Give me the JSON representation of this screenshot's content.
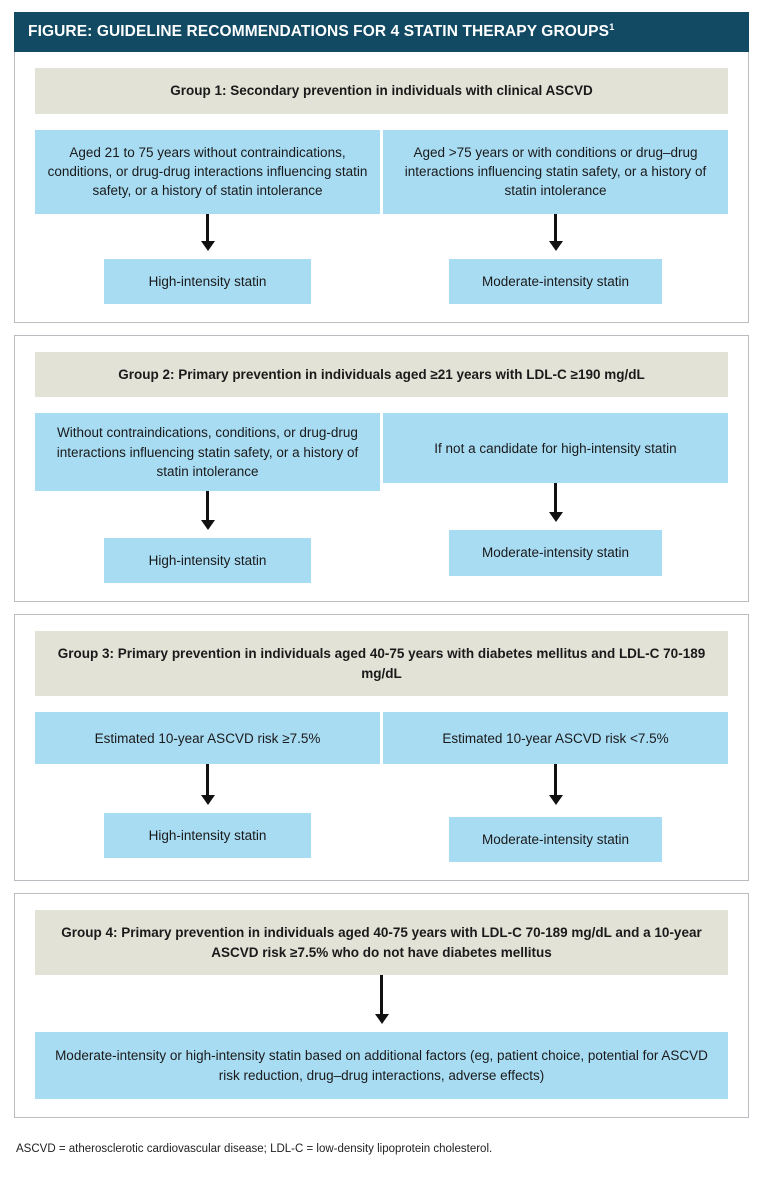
{
  "title": {
    "text": "FIGURE: GUIDELINE RECOMMENDATIONS FOR 4 STATIN THERAPY GROUPS",
    "superscript": "1"
  },
  "colors": {
    "title_bar": "#124a63",
    "group_header": "#e2e2d7",
    "box_blue": "#a8dcf3",
    "panel_border": "#b9bcc0",
    "arrow": "#111111"
  },
  "groups": [
    {
      "id": "group-1",
      "header": "Group 1: Secondary prevention in individuals with clinical ASCVD",
      "branches": [
        {
          "criteria": "Aged 21 to 75 years without contraindications, conditions, or drug-drug interactions influencing statin safety, or a history of statin intolerance",
          "result": "High-intensity statin"
        },
        {
          "criteria": "Aged >75 years or with conditions or drug–drug interactions influencing statin safety, or a history of statin intolerance",
          "result": "Moderate-intensity statin"
        }
      ]
    },
    {
      "id": "group-2",
      "header": "Group 2: Primary prevention in individuals aged ≥21 years with LDL-C ≥190 mg/dL",
      "branches": [
        {
          "criteria": "Without contraindications, conditions, or drug-drug interactions influencing statin safety, or a history of statin intolerance",
          "result": "High-intensity statin"
        },
        {
          "criteria": "If not a candidate for high-intensity statin",
          "result": "Moderate-intensity statin"
        }
      ]
    },
    {
      "id": "group-3",
      "header": "Group 3: Primary prevention in individuals aged 40-75 years with diabetes mellitus and LDL-C 70-189 mg/dL",
      "branches": [
        {
          "criteria": "Estimated 10-year ASCVD risk ≥7.5%",
          "result": "High-intensity statin"
        },
        {
          "criteria": "Estimated 10-year ASCVD risk <7.5%",
          "result": "Moderate-intensity statin"
        }
      ]
    },
    {
      "id": "group-4",
      "header": "Group 4: Primary prevention in individuals aged 40-75 years with LDL-C 70-189 mg/dL and a 10-year ASCVD risk ≥7.5% who do not have diabetes mellitus",
      "result": "Moderate-intensity or high-intensity statin based on additional factors (eg, patient choice, potential for ASCVD risk reduction, drug–drug interactions, adverse effects)"
    }
  ],
  "footnote": "ASCVD = atherosclerotic cardiovascular disease; LDL-C = low-density lipoprotein cholesterol."
}
